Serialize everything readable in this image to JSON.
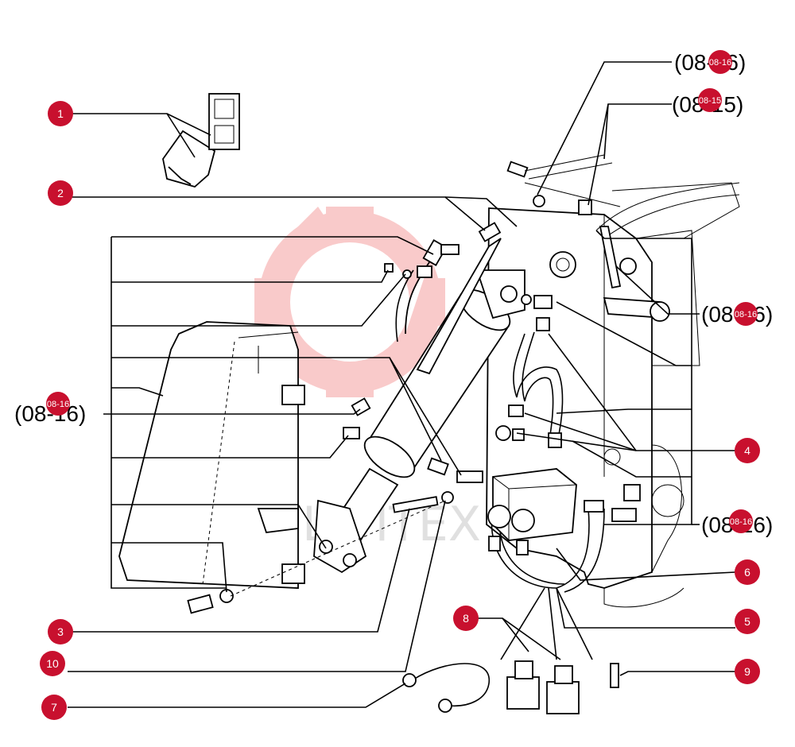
{
  "watermark": {
    "text": "ШПТЕХ",
    "color": "#ef6b6b"
  },
  "badge_color": "#c8102e",
  "callouts": [
    {
      "number": "1"
    },
    {
      "number": "2"
    },
    {
      "number": "3"
    },
    {
      "number": "4"
    },
    {
      "number": "5"
    },
    {
      "number": "6"
    },
    {
      "number": "7"
    },
    {
      "number": "8"
    },
    {
      "number": "9"
    },
    {
      "number": "10"
    }
  ],
  "references": [
    {
      "text": "(08-16)",
      "badge": "08-16"
    },
    {
      "text": "(08-15)",
      "badge": "08-15"
    },
    {
      "text": "(08-16)",
      "badge": "08-16"
    },
    {
      "text": "(08-16)",
      "badge": "08-16"
    },
    {
      "text": "(08-16)",
      "badge": "08-16"
    }
  ]
}
